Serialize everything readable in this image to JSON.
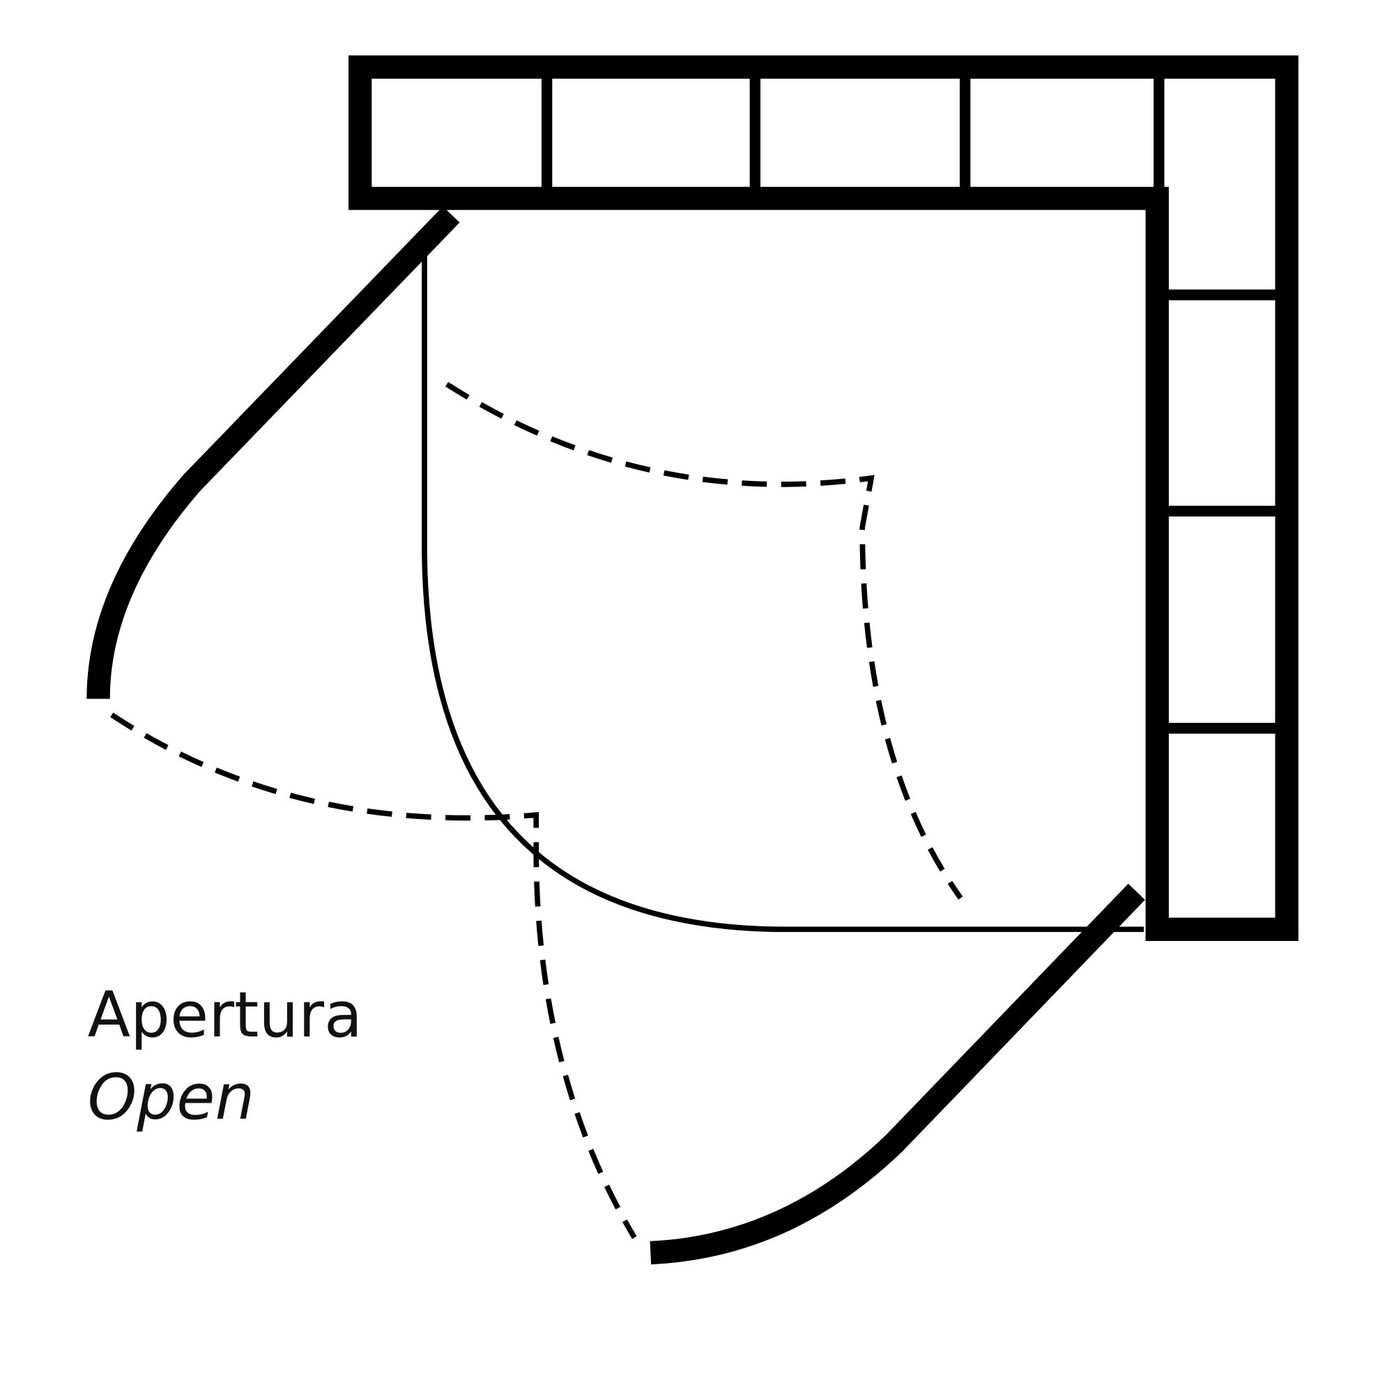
{
  "diagram": {
    "title_primary": "Apertura",
    "title_secondary": "Open",
    "colors": {
      "stroke": "#000000",
      "text": "#111111",
      "background": "#ffffff"
    },
    "elements": [
      "wall-tiles-top",
      "wall-tiles-right",
      "left-door-panel",
      "right-door-panel",
      "shower-tray-outline",
      "door-swing-arcs"
    ]
  }
}
